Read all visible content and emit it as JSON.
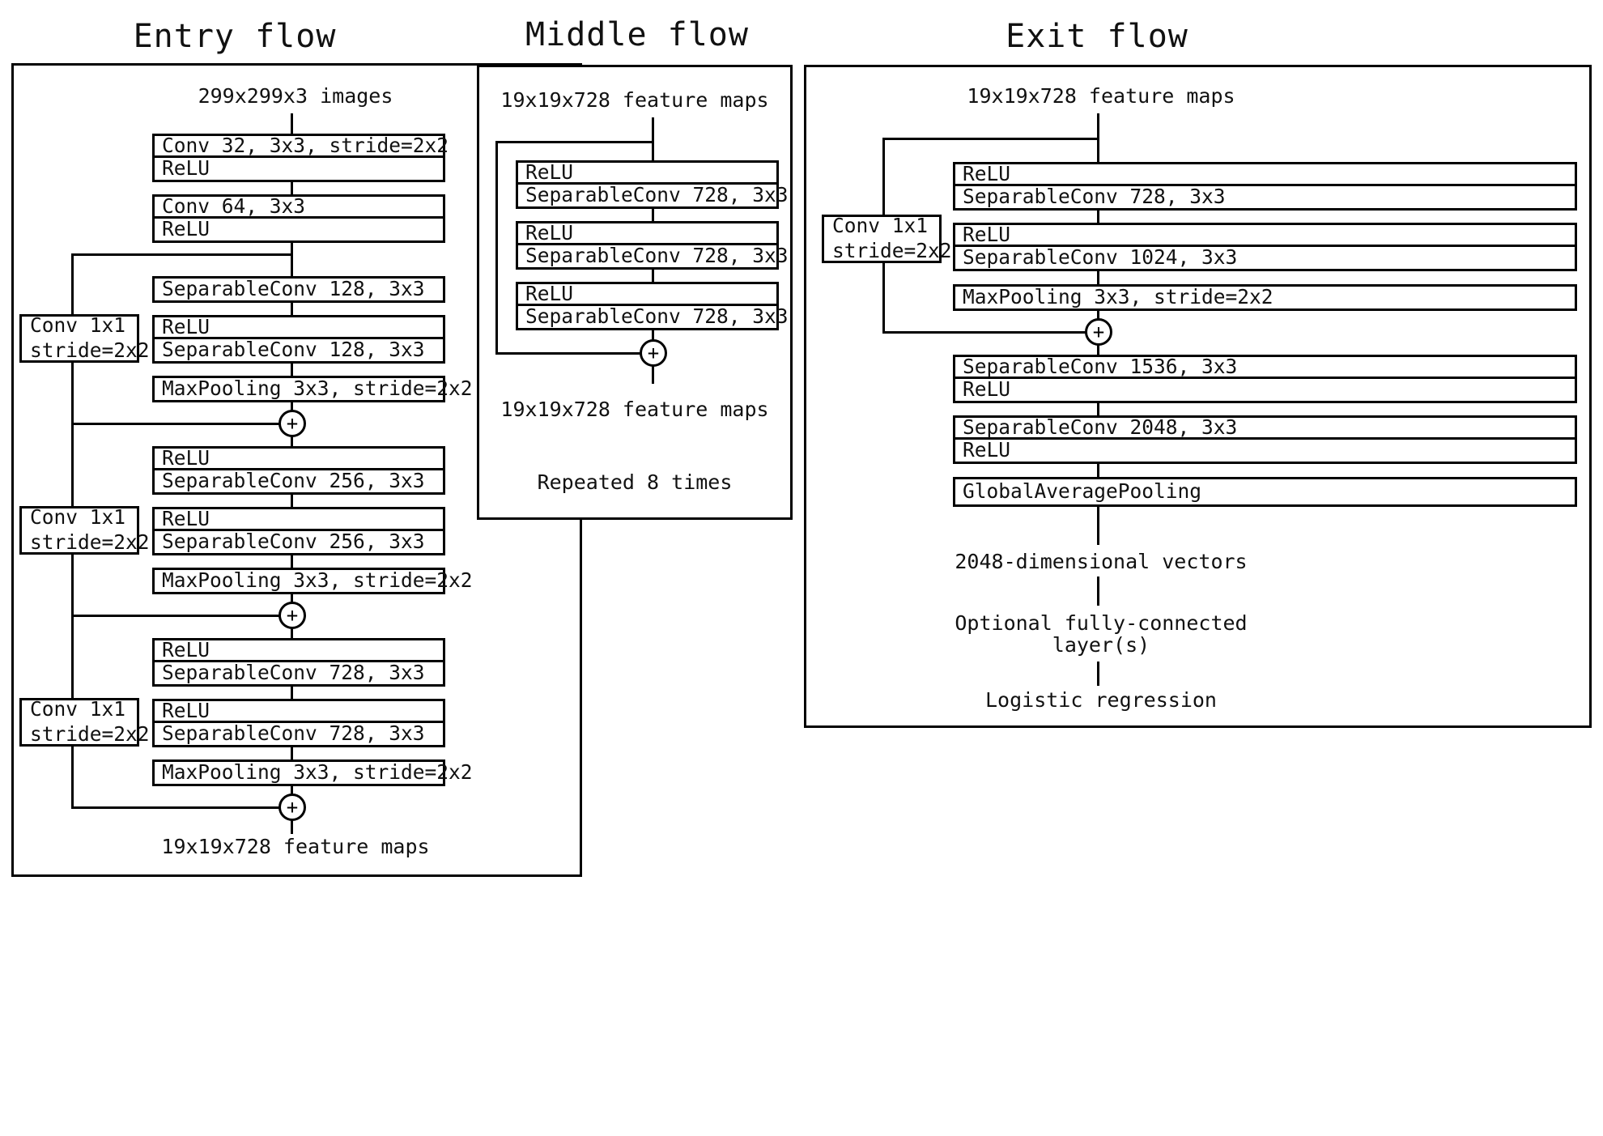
{
  "titles": {
    "entry": "Entry flow",
    "middle": "Middle flow",
    "exit": "Exit flow"
  },
  "entry": {
    "input_caption": "299x299x3 images",
    "output_caption": "19x19x728 feature maps",
    "residual_label_1": "Conv 1x1\nstride=2x2",
    "residual_1_line1": "Conv 1x1",
    "residual_1_line2": "stride=2x2",
    "residual_2_line1": "Conv 1x1",
    "residual_2_line2": "stride=2x2",
    "residual_3_line1": "Conv 1x1",
    "residual_3_line2": "stride=2x2",
    "blocks": {
      "conv32": "Conv 32, 3x3, stride=2x2",
      "relu_a": "ReLU",
      "conv64": "Conv 64, 3x3",
      "relu_b": "ReLU",
      "sepconv128_a": "SeparableConv 128, 3x3",
      "relu_c": "ReLU",
      "sepconv128_b": "SeparableConv 128, 3x3",
      "maxpool_1": "MaxPooling 3x3, stride=2x2",
      "relu_d": "ReLU",
      "sepconv256_a": "SeparableConv 256, 3x3",
      "relu_e": "ReLU",
      "sepconv256_b": "SeparableConv 256, 3x3",
      "maxpool_2": "MaxPooling 3x3, stride=2x2",
      "relu_f": "ReLU",
      "sepconv728_a": "SeparableConv 728, 3x3",
      "relu_g": "ReLU",
      "sepconv728_b": "SeparableConv 728, 3x3",
      "maxpool_3": "MaxPooling 3x3, stride=2x2"
    },
    "plus_symbol": "+"
  },
  "middle": {
    "input_caption": "19x19x728 feature maps",
    "output_caption": "19x19x728 feature maps",
    "repeat_caption": "Repeated 8 times",
    "blocks": {
      "relu_1": "ReLU",
      "sepconv728_1": "SeparableConv 728, 3x3",
      "relu_2": "ReLU",
      "sepconv728_2": "SeparableConv 728, 3x3",
      "relu_3": "ReLU",
      "sepconv728_3": "SeparableConv 728, 3x3"
    },
    "plus_symbol": "+"
  },
  "exit": {
    "input_caption": "19x19x728 feature maps",
    "vectors_caption": "2048-dimensional vectors",
    "fc_caption_line1": "Optional fully-connected",
    "fc_caption_line2": "layer(s)",
    "logistic_caption": "Logistic regression",
    "residual_line1": "Conv 1x1",
    "residual_line2": "stride=2x2",
    "blocks": {
      "relu_1": "ReLU",
      "sepconv728": "SeparableConv 728, 3x3",
      "relu_2": "ReLU",
      "sepconv1024": "SeparableConv 1024, 3x3",
      "maxpool": "MaxPooling 3x3, stride=2x2",
      "sepconv1536": "SeparableConv 1536, 3x3",
      "relu_3": "ReLU",
      "sepconv2048": "SeparableConv 2048, 3x3",
      "relu_4": "ReLU",
      "gap": "GlobalAveragePooling"
    },
    "plus_symbol": "+"
  },
  "colors": {
    "stroke": "#000000",
    "background": "#ffffff",
    "text": "#111111"
  }
}
